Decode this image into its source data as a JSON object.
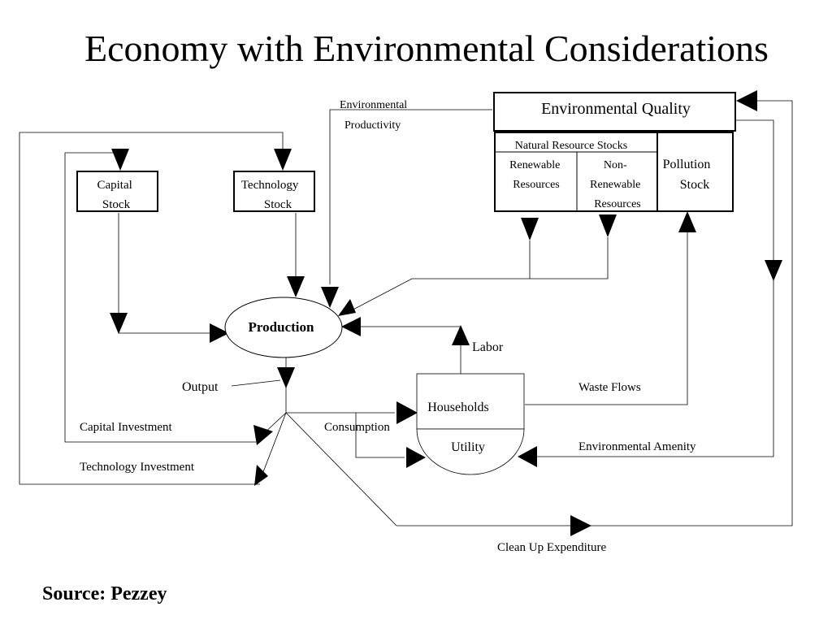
{
  "slide": {
    "title": "Economy with Environmental Considerations",
    "source": "Source: Pezzey"
  },
  "nodes": {
    "capital_stock": [
      "Capital",
      "Stock"
    ],
    "technology_stock": [
      "Technology",
      "Stock"
    ],
    "environmental_quality": "Environmental Quality",
    "natural_resource_stocks": "Natural Resource Stocks",
    "renewable_resources": [
      "Renewable",
      "Resources"
    ],
    "non_renewable_resources": [
      "Non-",
      "Renewable",
      "Resources"
    ],
    "pollution_stock": [
      "Pollution",
      "Stock"
    ],
    "production": "Production",
    "households": "Households",
    "utility": "Utility"
  },
  "flows": {
    "environmental_productivity": [
      "Environmental",
      "Productivity"
    ],
    "labor": "Labor",
    "output": "Output",
    "waste_flows": "Waste Flows",
    "capital_investment": "Capital Investment",
    "consumption": "Consumption",
    "environmental_amenity": "Environmental Amenity",
    "technology_investment": "Technology Investment",
    "clean_up_expenditure": "Clean Up Expenditure"
  }
}
